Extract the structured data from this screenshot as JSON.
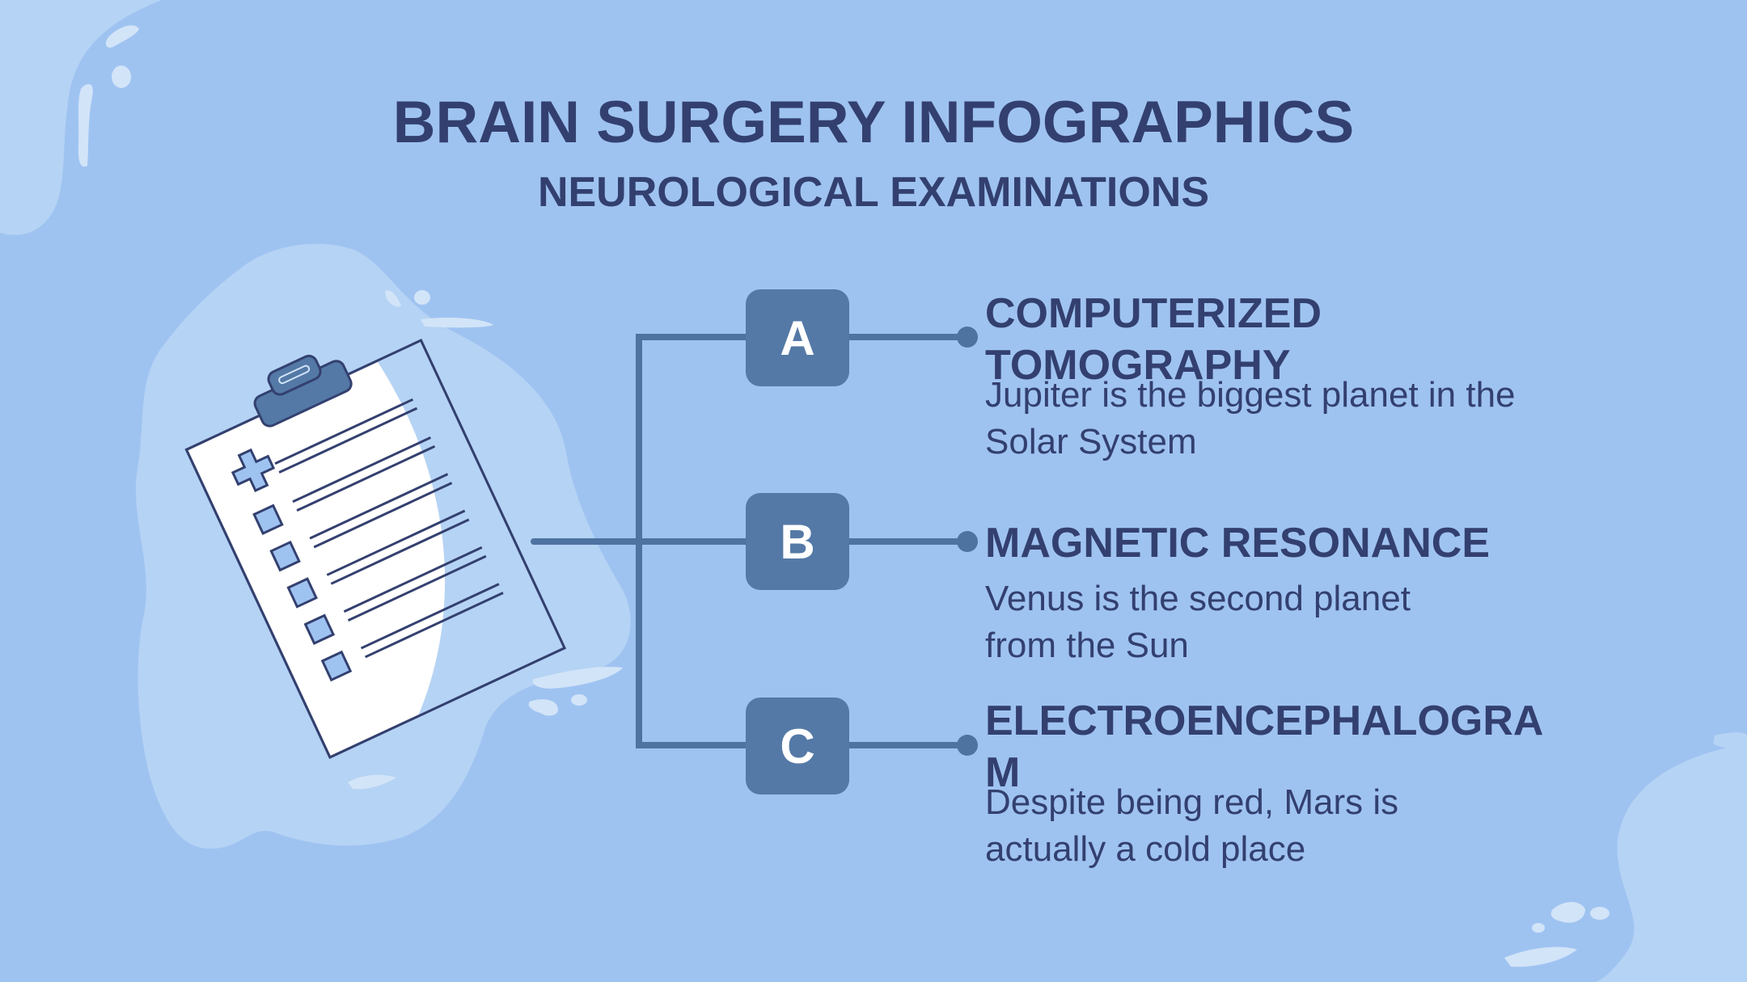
{
  "title": "BRAIN SURGERY INFOGRAPHICS",
  "subtitle": "NEUROLOGICAL EXAMINATIONS",
  "colors": {
    "background": "#9fc3f1",
    "blob": "#b5d3f4",
    "text": "#33406f",
    "accent": "#5479a6",
    "line": "#4e73a1"
  },
  "illustration": {
    "icon": "clipboard-checklist-icon"
  },
  "items": [
    {
      "letter": "A",
      "title": "COMPUTERIZED TOMOGRAPHY",
      "description": "Jupiter is the biggest planet in the Solar System"
    },
    {
      "letter": "B",
      "title": "MAGNETIC RESONANCE",
      "description": "Venus is the second planet from the Sun"
    },
    {
      "letter": "C",
      "title": "ELECTROENCEPHALOGRAM",
      "description": "Despite being red, Mars is actually a cold place"
    }
  ]
}
